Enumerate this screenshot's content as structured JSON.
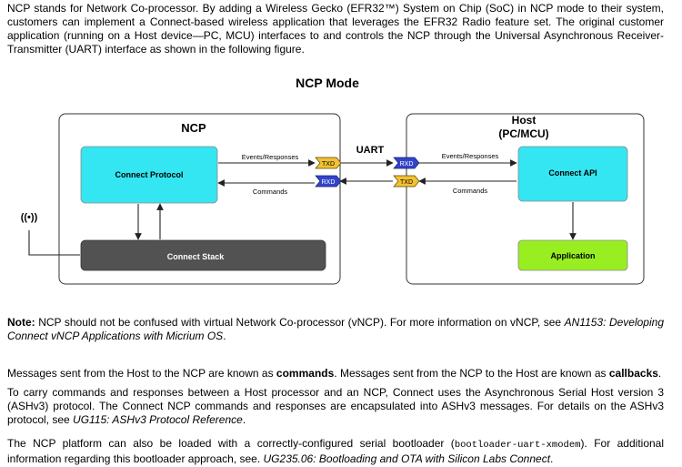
{
  "intro": "NCP stands for Network Co-processor. By adding a Wireless Gecko (EFR32™) System on Chip (SoC) in NCP mode to their system, customers can implement a Connect-based wireless application that leverages the EFR32 Radio feature set. The original customer application (running on a Host device—PC, MCU) interfaces to and controls the NCP through the Universal Asynchronous Receiver-Transmitter (UART) interface as shown in the following figure.",
  "figure": {
    "title": "NCP Mode",
    "ncp_label": "NCP",
    "host_label_1": "Host",
    "host_label_2": "(PC/MCU)",
    "connect_protocol": "Connect Protocol",
    "connect_stack": "Connect Stack",
    "connect_api": "Connect API",
    "application": "Application",
    "uart": "UART",
    "events_left": "Events/Responses",
    "commands_left": "Commands",
    "events_right": "Events/Responses",
    "commands_right": "Commands",
    "txd": "TXD",
    "rxd": "RXD",
    "antenna_glyph": "((•))",
    "colors": {
      "cyan": "#33e6f2",
      "green": "#99ee22",
      "stack_gray": "#525252",
      "txd_fill": "#f2c233",
      "rxd_fill": "#3344cc"
    }
  },
  "note": {
    "label": "Note:",
    "text_1": " NCP should not be confused with virtual Network Co-processor (vNCP). For more information on vNCP, see ",
    "ref": "AN1153: Developing Connect vNCP Applications with Micrium OS",
    "text_2": "."
  },
  "messages": {
    "t1": "Messages sent from the Host to the NCP are known as ",
    "b1": "commands",
    "t2": ". Messages sent from the NCP to the Host are known as ",
    "b2": "callbacks",
    "t3": "."
  },
  "ashv3": {
    "t1": "To carry commands and responses between a Host processor and an NCP, Connect uses the Asynchronous Serial Host version 3 (ASHv3) protocol. The Connect NCP commands and responses are encapsulated into ASHv3 messages. For details on the ASHv3 protocol, see ",
    "ref": "UG115: ASHv3 Protocol Reference",
    "t2": "."
  },
  "bootloader": {
    "t1": "The NCP platform can also be loaded with a correctly-configured serial bootloader (",
    "code": "bootloader-uart-xmodem",
    "t2": "). For additional information regarding this bootloader approach, see. ",
    "ref": "UG235.06: Bootloading and OTA with Silicon Labs Connect",
    "t3": "."
  }
}
